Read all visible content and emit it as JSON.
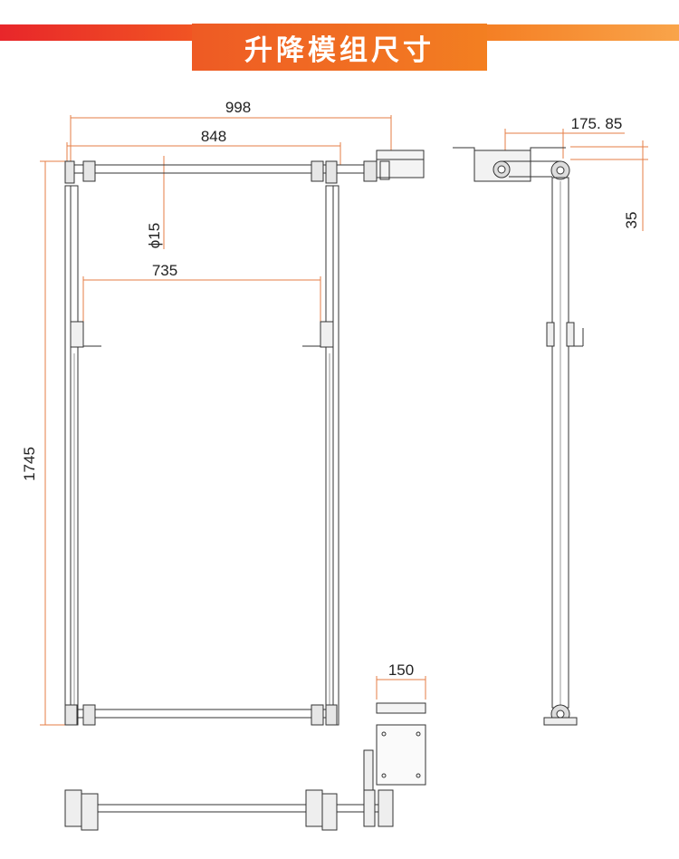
{
  "title": "升降模组尺寸",
  "colors": {
    "banner_red": "#e8262a",
    "banner_orange": "#f37f21",
    "dimension_line": "#e67e45",
    "drawing_line": "#333333"
  },
  "dimensions": {
    "overall_width": "998",
    "inner_width": "848",
    "rod_diameter": "ϕ15",
    "bracket_span": "735",
    "height": "1745",
    "side_offset": "175. 85",
    "side_drop": "35",
    "plate_width": "150"
  }
}
